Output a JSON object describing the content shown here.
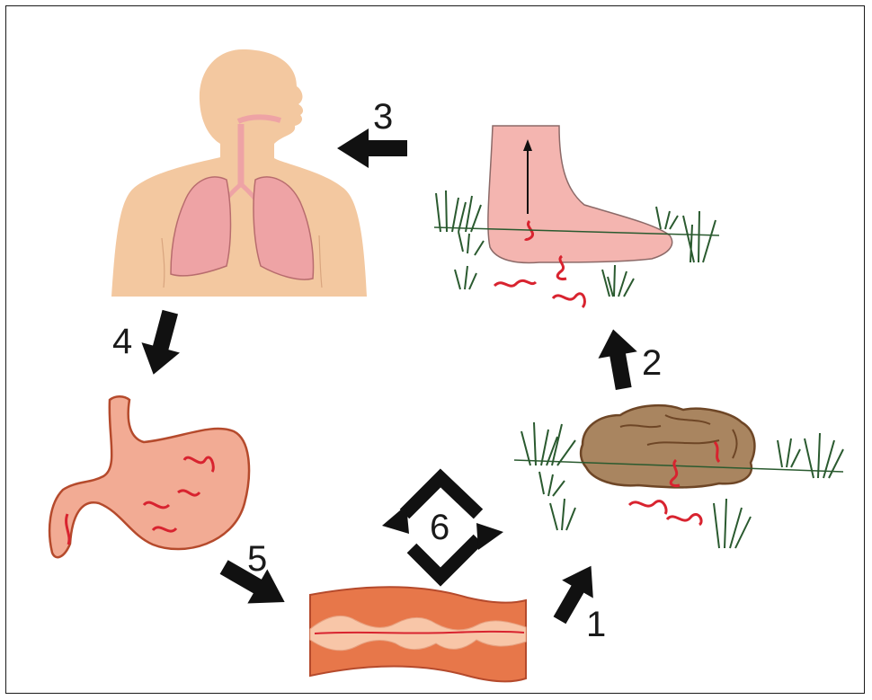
{
  "steps": [
    {
      "number": "1"
    },
    {
      "number": "2"
    },
    {
      "number": "3"
    },
    {
      "number": "4"
    },
    {
      "number": "5"
    },
    {
      "number": "6"
    }
  ],
  "colors": {
    "skin": "#f3c8a0",
    "lung": "#eea3a5",
    "lung_outline": "#b86c6e",
    "foot": "#f4b5b0",
    "stomach": "#f2ab94",
    "stomach_outline": "#b54a2c",
    "worm": "#d8232f",
    "feces": "#a98560",
    "feces_outline": "#6e4626",
    "grass": "#2a5a2f",
    "intestine_outer": "#e7774a",
    "intestine_inner": "#f8c6a8",
    "arrow": "#111111"
  }
}
